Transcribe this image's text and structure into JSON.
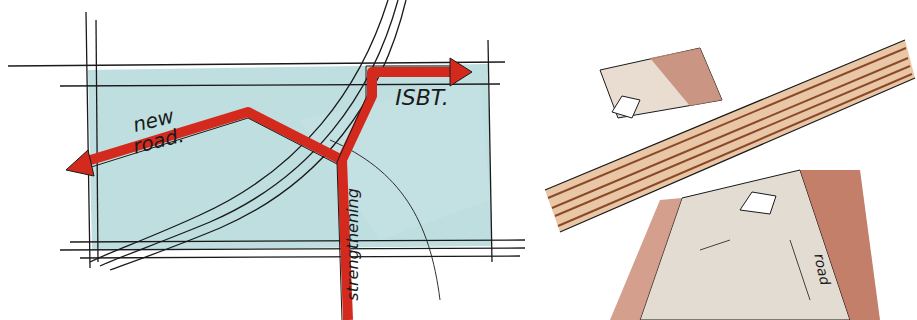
{
  "diagram": {
    "labels": [
      "new road.",
      "ISBT.",
      "strengthening",
      "road"
    ]
  }
}
